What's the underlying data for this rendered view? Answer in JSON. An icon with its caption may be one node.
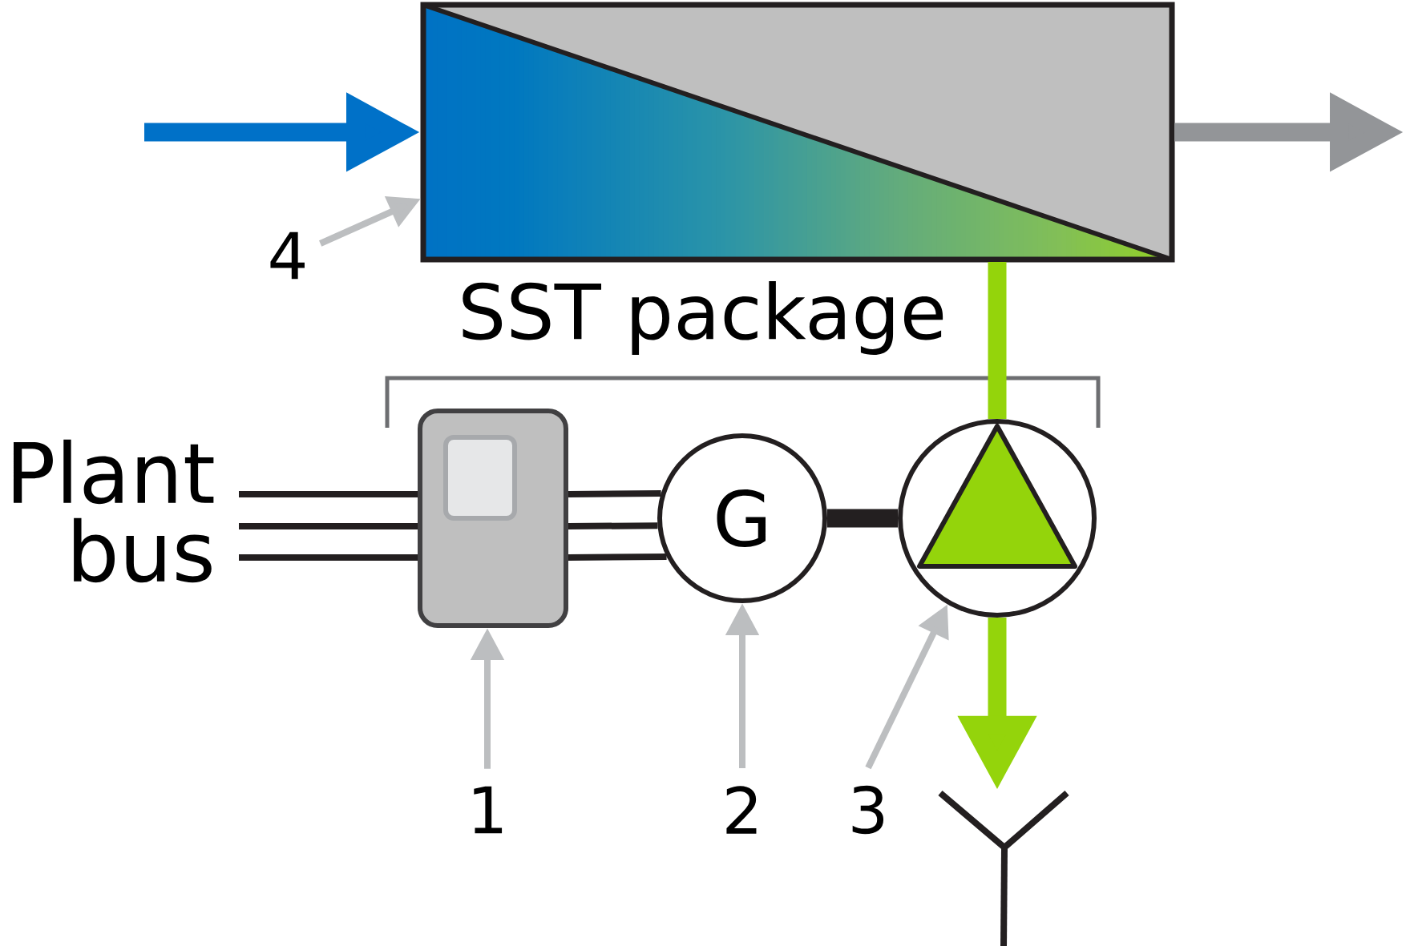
{
  "diagram": {
    "nodes": [
      {
        "text": [],
        "shape": "box"
      },
      {
        "text": [
          "Plant bus"
        ]
      },
      {
        "text": [],
        "shape": "box"
      },
      {
        "text": [
          "G"
        ]
      },
      {
        "text": [],
        "shape": "circle"
      },
      {
        "text": [],
        "shape": "fork"
      },
      {
        "text": [
          "1"
        ]
      },
      {
        "text": [
          "2"
        ]
      },
      {
        "text": [
          "3"
        ]
      },
      {
        "text": [
          "4"
        ]
      }
    ],
    "edges": [
      {
        "from": null,
        "to": 0,
        "arrow": "to",
        "style": "thick",
        "color": "#0071c8"
      },
      {
        "from": 0,
        "to": null,
        "arrow": "to",
        "style": "thick",
        "color": "#939598"
      },
      {
        "from": 1,
        "to": 2,
        "arrow": "none"
      },
      {
        "from": 1,
        "to": 2,
        "arrow": "none"
      },
      {
        "from": 1,
        "to": 2,
        "arrow": "none"
      },
      {
        "from": 2,
        "to": 3,
        "arrow": "none"
      },
      {
        "from": 2,
        "to": 3,
        "arrow": "none"
      },
      {
        "from": 2,
        "to": 3,
        "arrow": "none"
      },
      {
        "from": 3,
        "to": 4,
        "arrow": "none",
        "style": "thick"
      },
      {
        "from": 0,
        "to": 4,
        "arrow": "none",
        "style": "thick",
        "color": "#94d40b"
      },
      {
        "from": 4,
        "to": 5,
        "arrow": "to",
        "style": "thick",
        "color": "#94d40b"
      },
      {
        "from": 6,
        "to": 2,
        "arrow": "to",
        "color": "#bcbec0"
      },
      {
        "from": 7,
        "to": 3,
        "arrow": "to",
        "color": "#bcbec0"
      },
      {
        "from": 8,
        "to": 4,
        "arrow": "to",
        "color": "#bcbec0"
      },
      {
        "from": 9,
        "to": 0,
        "arrow": "to",
        "color": "#bcbec0"
      }
    ],
    "labels": [
      "SST package"
    ]
  }
}
